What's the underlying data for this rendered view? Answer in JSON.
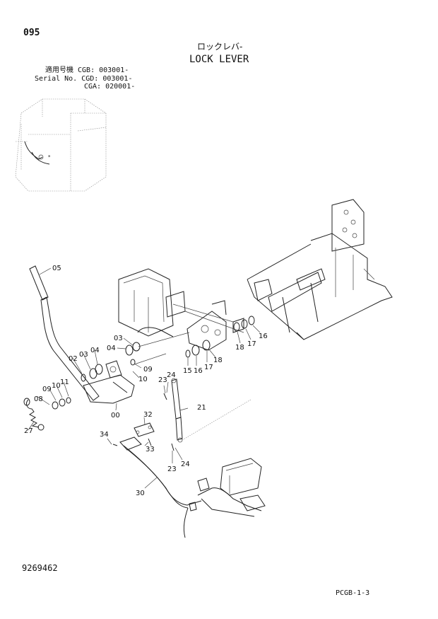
{
  "header": {
    "page_number": "095",
    "title_jp": "ロックレバ-",
    "title_en": "LOCK LEVER",
    "serial_lines": [
      "適用号機 CGB: 003001-",
      "Serial No. CGD: 003001-",
      "CGA: 020001-"
    ]
  },
  "footer": {
    "part_number": "9269462",
    "page_code": "PCGB-1-3"
  },
  "callouts": [
    "05",
    "03",
    "04",
    "02",
    "03",
    "04",
    "09",
    "10",
    "09",
    "10",
    "11",
    "08",
    "27",
    "00",
    "23",
    "24",
    "21",
    "32",
    "34",
    "33",
    "23",
    "24",
    "30",
    "15",
    "16",
    "17",
    "18",
    "18",
    "17",
    "16"
  ]
}
